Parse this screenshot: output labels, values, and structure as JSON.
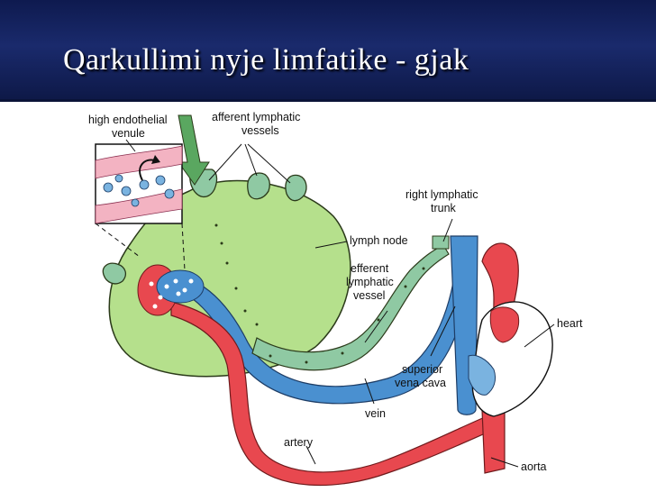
{
  "title": "Qarkullimi nyje limfatike - gjak",
  "labels": {
    "hev_line1": "high endothelial",
    "hev_line2": "venule",
    "afferent_line1": "afferent lymphatic",
    "afferent_line2": "vessels",
    "right_trunk_line1": "right lymphatic",
    "right_trunk_line2": "trunk",
    "lymph_node": "lymph node",
    "efferent_line1": "efferent",
    "efferent_line2": "lymphatic",
    "efferent_line3": "vessel",
    "heart": "heart",
    "svc_line1": "superior",
    "svc_line2": "vena cava",
    "vein": "vein",
    "artery": "artery",
    "aorta": "aorta"
  },
  "colors": {
    "title_bg": "#1a2a6c",
    "node_fill": "#b5e08c",
    "lymph_vessel": "#8fc9a3",
    "vein": "#4a90d0",
    "artery": "#e8484f"
  }
}
